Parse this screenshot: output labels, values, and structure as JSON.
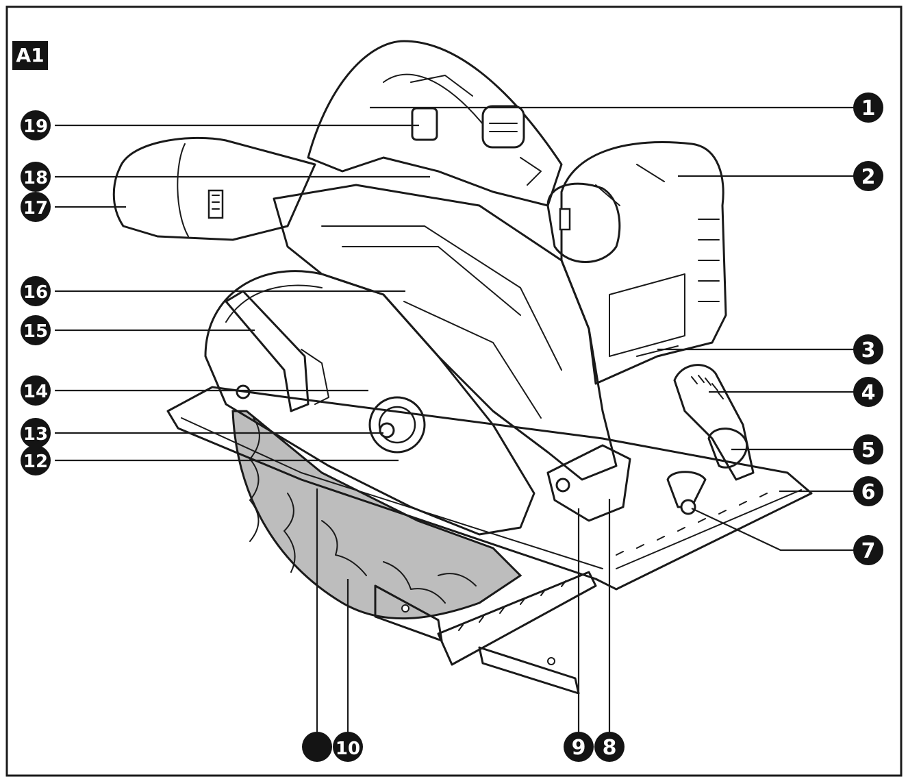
{
  "figure": {
    "tag": "A1",
    "colors": {
      "ink": "#1a1a1a",
      "blade": "#bdbdbd",
      "badge": "#141414",
      "badge_text": "#ffffff"
    }
  },
  "callouts": [
    {
      "id": "1",
      "label": "1"
    },
    {
      "id": "2",
      "label": "2"
    },
    {
      "id": "3",
      "label": "3"
    },
    {
      "id": "4",
      "label": "4"
    },
    {
      "id": "5",
      "label": "5"
    },
    {
      "id": "6",
      "label": "6"
    },
    {
      "id": "7",
      "label": "7"
    },
    {
      "id": "8",
      "label": "8"
    },
    {
      "id": "9",
      "label": "9"
    },
    {
      "id": "10",
      "label": "10"
    },
    {
      "id": "11",
      "label": ""
    },
    {
      "id": "12",
      "label": "12"
    },
    {
      "id": "13",
      "label": "13"
    },
    {
      "id": "14",
      "label": "14"
    },
    {
      "id": "15",
      "label": "15"
    },
    {
      "id": "16",
      "label": "16"
    },
    {
      "id": "17",
      "label": "17"
    },
    {
      "id": "18",
      "label": "18"
    },
    {
      "id": "19",
      "label": "19"
    }
  ]
}
